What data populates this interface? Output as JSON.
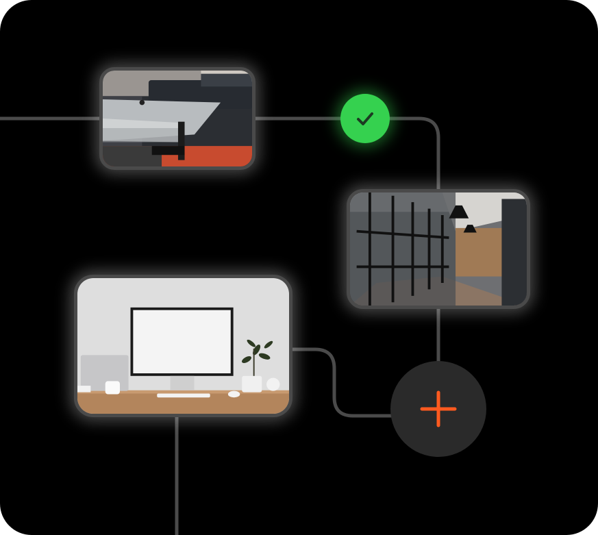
{
  "diagram": {
    "nodes": [
      {
        "id": "ping-pong-room",
        "icon": "photo-ping-pong-table"
      },
      {
        "id": "glass-office-corridor",
        "icon": "photo-glass-corridor"
      },
      {
        "id": "desk-workspace",
        "icon": "photo-desk-monitor"
      }
    ],
    "status": {
      "icon": "check-icon",
      "state": "complete",
      "color": "#35d14f"
    },
    "action": {
      "icon": "plus-icon",
      "color": "#ff5a1f"
    }
  },
  "colors": {
    "background": "#000000",
    "connector": "#4a4a4a",
    "node_border": "#4a4a4a",
    "success": "#35d14f",
    "accent": "#ff5a1f"
  }
}
